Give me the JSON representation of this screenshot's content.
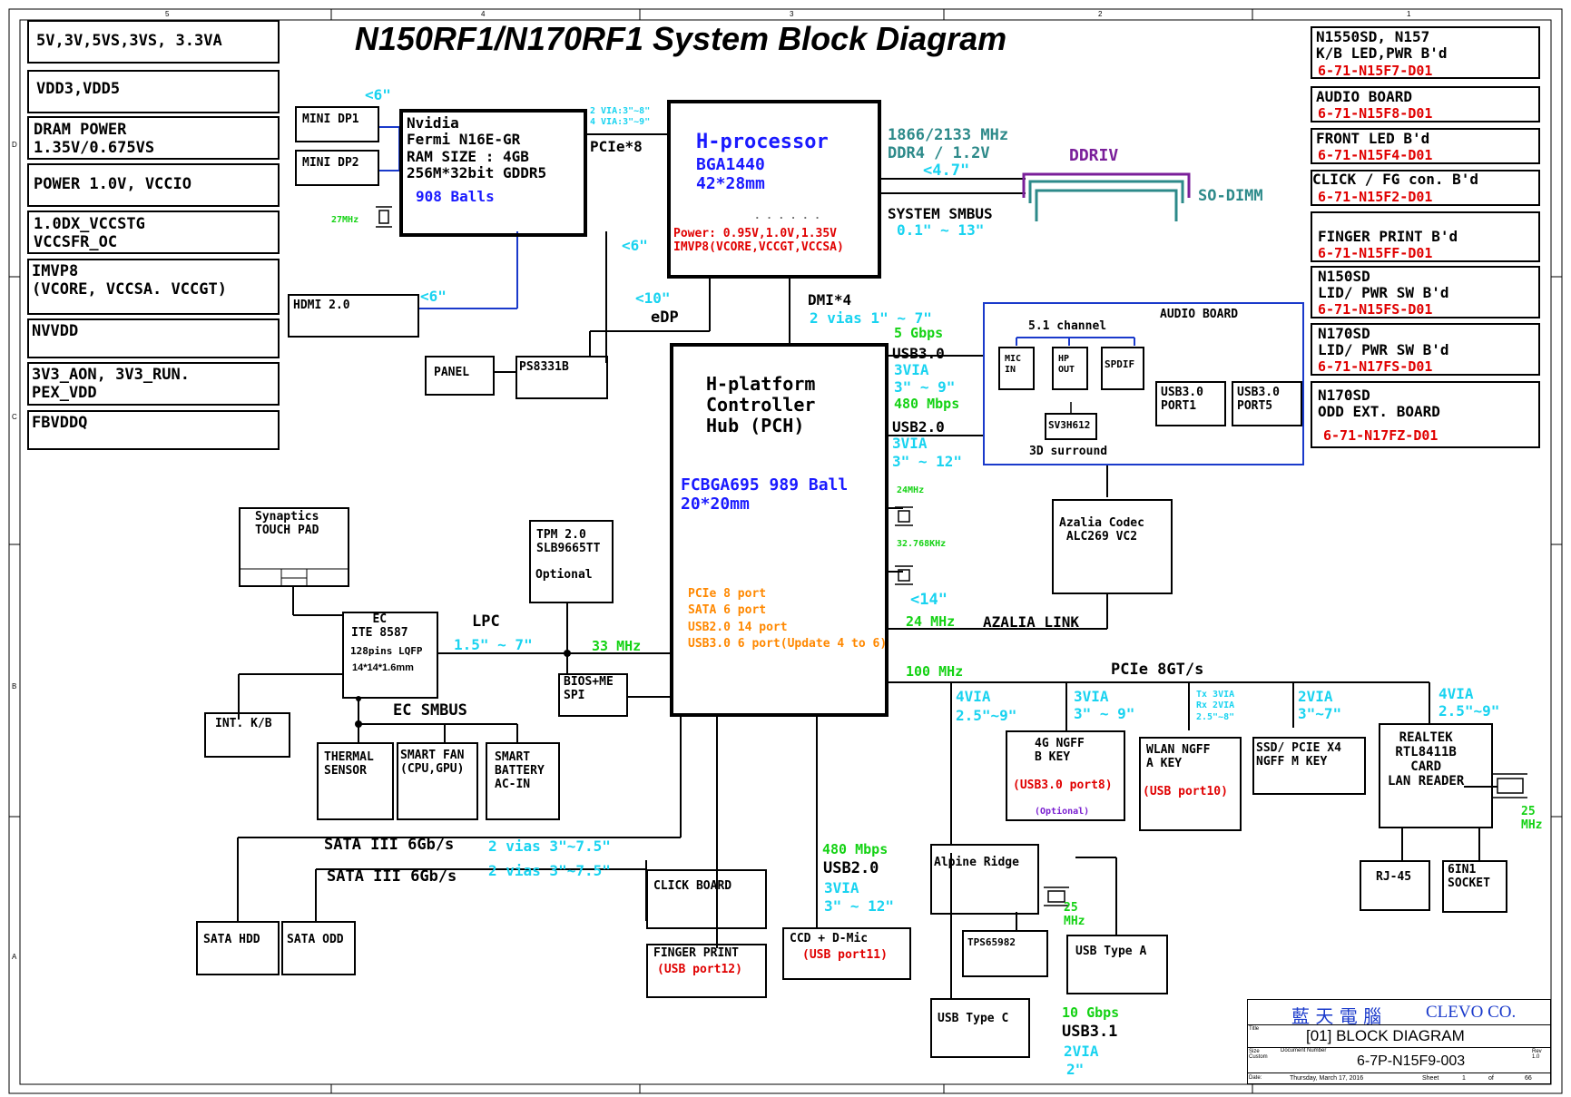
{
  "title": "N150RF1/N170RF1 System Block Diagram",
  "power_rails": [
    "5V,3V,5VS,3VS, 3.3VA",
    "VDD3,VDD5",
    "DRAM POWER\n1.35V/0.675VS",
    "POWER 1.0V, VCCIO",
    "1.0DX_VCCSTG\nVCCSFR_OC",
    "IMVP8\n(VCORE, VCCSA. VCCGT)",
    "NVVDD",
    "3V3_AON, 3V3_RUN.\nPEX_VDD",
    "FBVDDQ"
  ],
  "daughter_boards": [
    {
      "name": "N1550SD, N157\nK/B LED,PWR B'd",
      "pn": "6-71-N15F7-D01"
    },
    {
      "name": "AUDIO BOARD",
      "pn": "6-71-N15F8-D01"
    },
    {
      "name": "FRONT LED B'd",
      "pn": "6-71-N15F4-D01"
    },
    {
      "name": "CLICK / FG con. B'd",
      "pn": "6-71-N15F2-D01"
    },
    {
      "name": "FINGER PRINT B'd",
      "pn": "6-71-N15FF-D01"
    },
    {
      "name": "N150SD\nLID/ PWR SW B'd",
      "pn": "6-71-N15FS-D01"
    },
    {
      "name": "N170SD\nLID/ PWR SW B'd",
      "pn": "6-71-N17FS-D01"
    },
    {
      "name": "N170SD\nODD EXT. BOARD",
      "pn": "6-71-N17FZ-D01"
    }
  ],
  "gpu": {
    "lines": "Nvidia\nFermi N16E-GR\nRAM SIZE : 4GB\n256M*32bit GDDR5",
    "balls": "908 Balls",
    "pcie": "PCIe*8",
    "via": "2 VIA:3\"~8\"\n4 VIA:3\"~9\"",
    "xtal": "27MHz"
  },
  "mini_dp1": "MINI DP1",
  "mini_dp2": "MINI DP2",
  "hdmi": "HDMI 2.0",
  "len_6_top": "<6\"",
  "len_6_hdmi": "<6\"",
  "len_6_edp": "<6\"",
  "cpu": {
    "name": "H-processor",
    "pkg": "BGA1440\n42*28mm",
    "dots": ". . . . . .",
    "power": "Power: 0.95V,1.0V,1.35V\nIMVP8(VCORE,VCCGT,VCCSA)"
  },
  "ddr": {
    "freq": "1866/2133 MHz\nDDR4 / 1.2V",
    "len": "<4.7\"",
    "label": "DDRIV",
    "sodimm": "SO-DIMM",
    "smbus": "SYSTEM SMBUS",
    "smbus_len": "0.1\" ~ 13\""
  },
  "panel": "PANEL",
  "ps8331b": "PS8331B",
  "edp": "eDP",
  "edp_len": "<10\"",
  "dmi": {
    "label": "DMI*4",
    "vias": "2 vias 1\" ~ 7\"",
    "speed": "5 Gbps"
  },
  "pch": {
    "name": "H-platform\nController\nHub (PCH)",
    "pkg": "FCBGA695 989 Ball\n20*20mm",
    "ports": "PCIe 8 port\nSATA 6 port\nUSB2.0 14 port\nUSB3.0 6 port(Update 4 to 6)"
  },
  "usb30": {
    "label": "USB3.0",
    "via": "3VIA",
    "len": "3\" ~ 9\"",
    "speed": "480 Mbps"
  },
  "usb20": {
    "label": "USB2.0",
    "via": "3VIA",
    "len": "3\" ~ 12\""
  },
  "audio_board": {
    "title": "AUDIO BOARD",
    "channel": "5.1 channel",
    "mic": "MIC\nIN",
    "hp": "HP\nOUT",
    "spdif": "SPDIF",
    "sv": "SV3H612",
    "surround": "3D surround",
    "usb_port1": "USB3.0\nPORT1",
    "usb_port5": "USB3.0\nPORT5"
  },
  "clk24": "24MHz",
  "clk32": "32.768KHz",
  "codec": "Azalia Codec\nALC269 VC2",
  "azalia": {
    "len": "<14\"",
    "freq": "24 MHz",
    "label": "AZALIA LINK"
  },
  "touchpad": "Synaptics\nTOUCH PAD",
  "tpm": {
    "name": "TPM 2.0\nSLB9665TT",
    "opt": "Optional"
  },
  "ec": {
    "name": "EC\nITE 8587",
    "pins": "128pins LQFP",
    "size": "14*14*1.6mm"
  },
  "lpc": {
    "label": "LPC",
    "len": "1.5\" ~ 7\"",
    "freq": "33 MHz"
  },
  "bios": "BIOS+ME\nSPI",
  "int_kb": "INT. K/B",
  "ec_smbus": "EC SMBUS",
  "thermal": "THERMAL\nSENSOR",
  "fan": "SMART FAN\n(CPU,GPU)",
  "battery": "SMART\nBATTERY\nAC-IN",
  "sata1": {
    "label": "SATA III 6Gb/s",
    "len": "2 vias 3\"~7.5\""
  },
  "sata2": {
    "label": "SATA III 6Gb/s",
    "len": "2 vias 3\"~7.5\""
  },
  "sata_hdd": "SATA HDD",
  "sata_odd": "SATA ODD",
  "click_board": "CLICK BOARD",
  "finger_print": {
    "name": "FINGER PRINT",
    "port": "(USB port12)"
  },
  "ccd": {
    "name": "CCD + D-Mic",
    "port": "(USB port11)"
  },
  "usb20_lower": {
    "speed": "480 Mbps",
    "label": "USB2.0",
    "via": "3VIA",
    "len": "3\" ~ 12\""
  },
  "pcie_bus": {
    "freq": "100 MHz",
    "label": "PCIe 8GT/s"
  },
  "pcie_vias": [
    {
      "via": "4VIA",
      "len": "2.5\"~9\""
    },
    {
      "via": "3VIA",
      "len": "3\" ~ 9\""
    },
    {
      "via": "Tx 3VIA\nRx 2VIA",
      "len": "2.5\"~8\""
    },
    {
      "via": "2VIA",
      "len": "3\"~7\""
    },
    {
      "via": "4VIA",
      "len": "2.5\"~9\""
    }
  ],
  "ngff_b": {
    "name": "4G NGFF\nB KEY",
    "port": "(USB3.0 port8)",
    "opt": "(Optional)"
  },
  "wlan": {
    "name": "WLAN NGFF\nA KEY",
    "port": "(USB port10)"
  },
  "ssd": "SSD/ PCIE X4\nNGFF M KEY",
  "realtek": "REALTEK\nRTL8411B\nCARD\nLAN READER",
  "clk25_lan": "25\nMHz",
  "rj45": "RJ-45",
  "sixin1": "6IN1\nSOCKET",
  "alpine": "Alpine Ridge",
  "clk25_alp": "25\nMHz",
  "tps": "TPS65982",
  "usb_type_a": "USB Type A",
  "usb_type_c": "USB Type C",
  "usb31": {
    "speed": "10 Gbps",
    "label": "USB3.1",
    "via": "2VIA",
    "len": "2\""
  },
  "titleblock": {
    "company_cn": "藍 天 電 腦",
    "company": "CLEVO CO.",
    "title_lbl": "Title",
    "title": "[01] BLOCK DIAGRAM",
    "size_lbl": "Size\nCustom",
    "docnum_lbl": "Document Number",
    "docnum": "6-7P-N15F9-003",
    "rev_lbl": "Rev\n1.0",
    "date_lbl": "Date:",
    "date": "Thursday, March 17, 2016",
    "sheet_lbl": "Sheet",
    "sheet": "1",
    "of_lbl": "of",
    "total": "66"
  },
  "border_nums": [
    "5",
    "4",
    "3",
    "2",
    "1"
  ],
  "border_letters": [
    "D",
    "C",
    "B",
    "A"
  ]
}
